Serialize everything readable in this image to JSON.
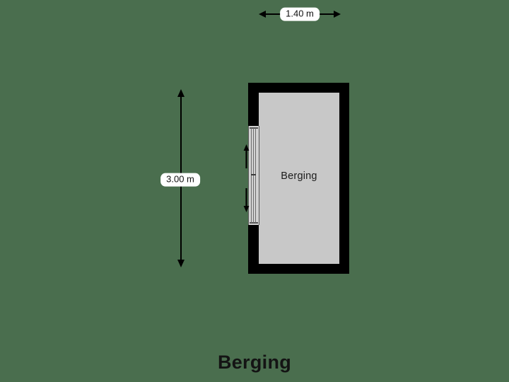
{
  "plan": {
    "title": "Berging",
    "background_color": "#4a6e4e",
    "wall_color": "#000000",
    "floor_color": "#c8c8c8"
  },
  "room": {
    "label": "Berging"
  },
  "dimensions": {
    "width": {
      "value": "1.40 m",
      "orientation": "horizontal"
    },
    "height": {
      "value": "3.00 m",
      "orientation": "vertical"
    }
  },
  "door": {
    "type": "sliding-door",
    "arrow_up": "slide-up-arrow",
    "arrow_down": "slide-down-arrow"
  }
}
